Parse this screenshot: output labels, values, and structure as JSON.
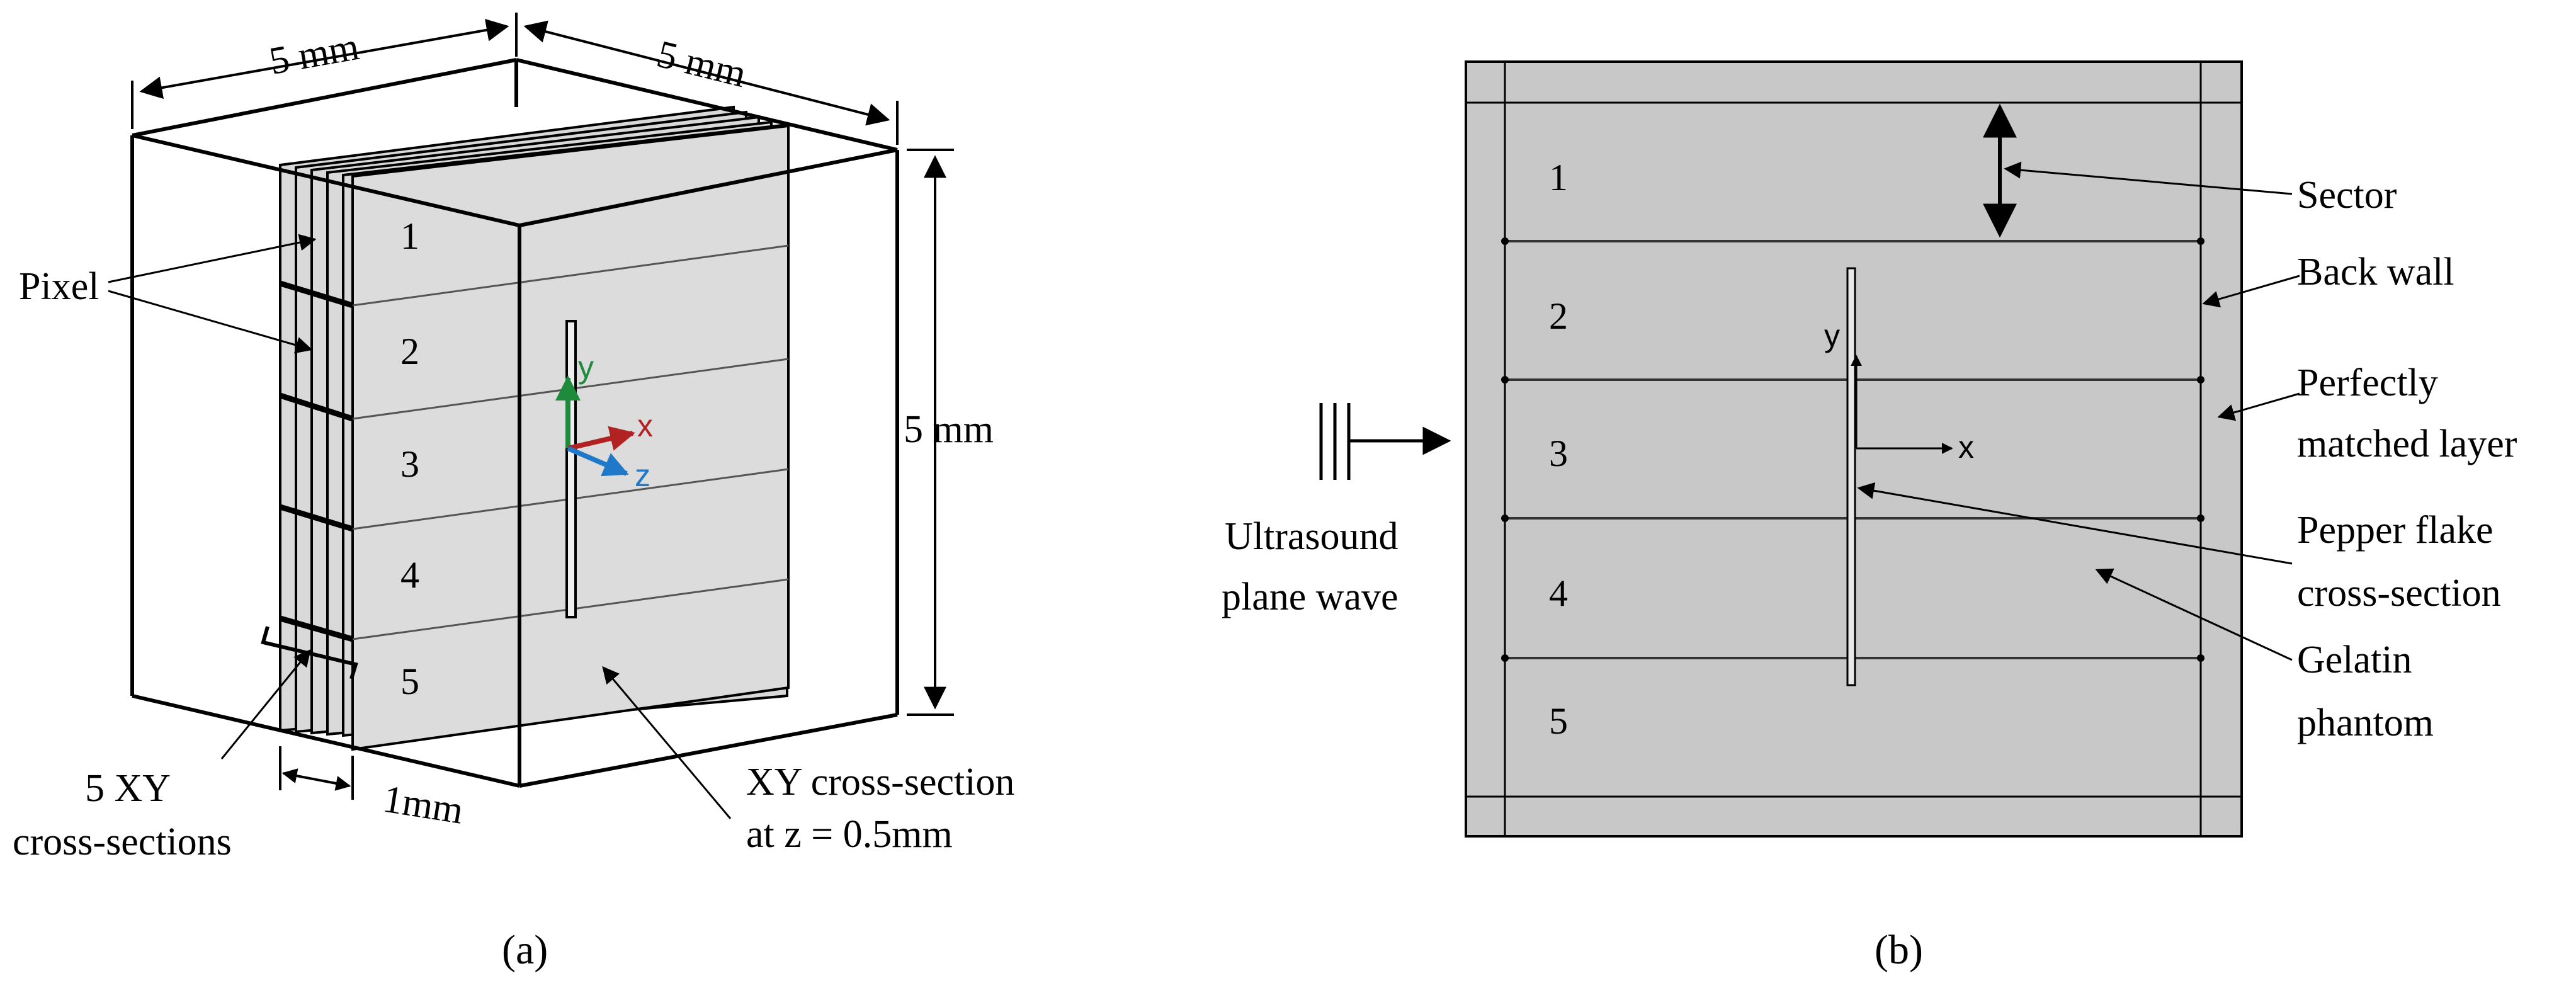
{
  "panel_a": {
    "dim_width": "5 mm",
    "dim_depth": "5 mm",
    "dim_height": "5 mm",
    "dim_thickness": "1mm",
    "label_pixel": "Pixel",
    "label_sections_line1": "5 XY",
    "label_sections_line2": "cross-sections",
    "label_xy_line1": "XY cross-section",
    "label_xy_line2": "at z = 0.5mm",
    "sectors": [
      "1",
      "2",
      "3",
      "4",
      "5"
    ],
    "axes": {
      "x": "x",
      "y": "y",
      "z": "z"
    },
    "axis_colors": {
      "x": "#b22222",
      "y": "#1e8a3c",
      "z": "#1f78c8"
    },
    "caption": "(a)"
  },
  "panel_b": {
    "sectors": [
      "1",
      "2",
      "3",
      "4",
      "5"
    ],
    "label_sector": "Sector",
    "label_back_wall": "Back wall",
    "label_pml_line1": "Perfectly",
    "label_pml_line2": "matched layer",
    "label_flake_line1": "Pepper flake",
    "label_flake_line2": "cross-section",
    "label_gelatin_line1": "Gelatin",
    "label_gelatin_line2": "phantom",
    "label_wave_line1": "Ultrasound",
    "label_wave_line2": "plane wave",
    "axes": {
      "x": "x",
      "y": "y"
    },
    "fill_color": "#c8c8c8",
    "caption": "(b)"
  }
}
